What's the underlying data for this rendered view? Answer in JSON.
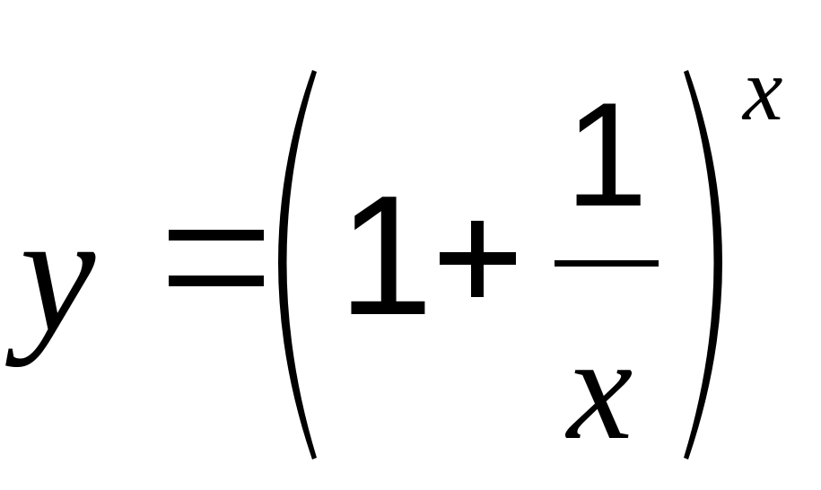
{
  "equation": {
    "lhs_variable": "y",
    "equals_sign": "=",
    "left_paren": "(",
    "constant_term": "1",
    "plus_sign": "+",
    "fraction": {
      "numerator": "1",
      "denominator": "x"
    },
    "right_paren": ")",
    "exponent": "x"
  },
  "colors": {
    "ink": "#000000",
    "background": "#ffffff"
  }
}
